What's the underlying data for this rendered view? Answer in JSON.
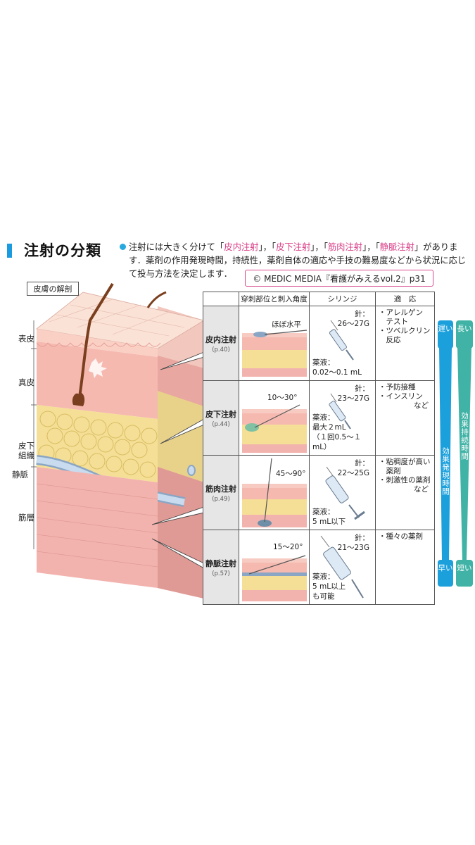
{
  "header": {
    "title": "注射の分類",
    "intro_a": "注射には大きく分けて「",
    "intro_k1": "皮内注射",
    "intro_b": "」，「",
    "intro_k2": "皮下注射",
    "intro_c": "」，「",
    "intro_k3": "筋肉注射",
    "intro_d": "」，「",
    "intro_k4": "静脈注射",
    "intro_e": "」があります．薬剤の作用発現時間，持続性，薬剤自体の適応や手技の難易度などから状況に応じて投与方法を決定します．",
    "credit": "© MEDIC MEDIA『看護がみえるvol.2』p31"
  },
  "anatomy": {
    "label": "皮膚の解剖",
    "layers": {
      "epidermis": "表皮",
      "dermis": "真皮",
      "subcut_1": "皮下",
      "subcut_2": "組織",
      "vein": "静脈",
      "muscle": "筋層"
    }
  },
  "table": {
    "headers": [
      "穿刺部位と刺入角度",
      "シリンジ",
      "適　応"
    ],
    "rows": [
      {
        "name": "皮内注射",
        "page": "(p.40)",
        "angle": "ほぼ水平",
        "needle": [
          "針：",
          "26〜27G"
        ],
        "volume": [
          "薬液：",
          "0.02〜0.1 mL"
        ],
        "indications": [
          "・アレルゲン",
          "　テスト",
          "・ツベルクリン",
          "　反応"
        ]
      },
      {
        "name": "皮下注射",
        "page": "(p.44)",
        "angle": "10〜30°",
        "needle": [
          "針：",
          "23〜27G"
        ],
        "volume": [
          "薬液：",
          "最大２mL",
          "（１回0.5〜１mL）"
        ],
        "indications": [
          "・予防接種",
          "・インスリン",
          "など"
        ]
      },
      {
        "name": "筋肉注射",
        "page": "(p.49)",
        "angle": "45〜90°",
        "needle": [
          "針：",
          "22〜25G"
        ],
        "volume": [
          "薬液：",
          "5 mL以下"
        ],
        "indications": [
          "・粘稠度が高い",
          "　薬剤",
          "・刺激性の薬剤",
          "など"
        ]
      },
      {
        "name": "静脈注射",
        "page": "(p.57)",
        "angle": "15〜20°",
        "needle": [
          "針：",
          "21〜23G"
        ],
        "volume": [
          "薬液：",
          "5 mL以上",
          "も可能"
        ],
        "indications": [
          "・種々の薬剤"
        ]
      }
    ]
  },
  "side_bars": {
    "onset": {
      "top": "遅い",
      "label": "効果発現時間",
      "bottom": "早い",
      "color": "#1ca0dc"
    },
    "duration": {
      "top": "長い",
      "label": "効果持続時間",
      "bottom": "短い",
      "color": "#40b3a6"
    }
  },
  "colors": {
    "accent": "#1a9be0",
    "pink": "#d93c86",
    "skin": "#f5c4bc",
    "fat": "#f5e09a",
    "muscle": "#f2b3ae"
  }
}
